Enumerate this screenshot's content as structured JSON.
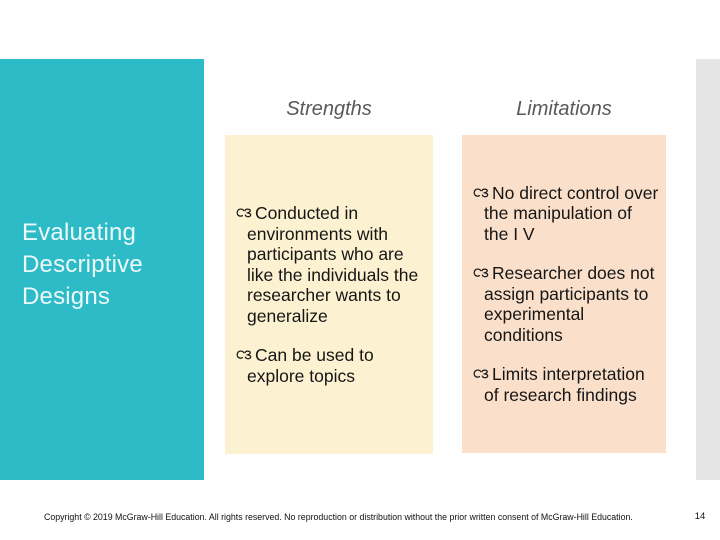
{
  "slide": {
    "title": "Evaluating Descriptive Designs",
    "columns": [
      {
        "header": "Strengths",
        "bullets": [
          "Conducted in environments with participants who are like the individuals the researcher wants to generalize",
          "Can be used to explore topics"
        ]
      },
      {
        "header": "Limitations",
        "bullets": [
          "No direct control over the manipulation of the I V",
          "Researcher does not assign participants to experimental conditions",
          "Limits interpretation of research findings"
        ]
      }
    ],
    "footer": {
      "copyright": "Copyright © 2019 McGraw-Hill Education. All rights reserved. No reproduction or distribution without the prior written consent of McGraw-Hill Education.",
      "page_number": "14"
    },
    "icons": {
      "bullet": "swash-ornament-bullet-icon"
    },
    "colors": {
      "accent_teal": "#2DBCC7",
      "strengths_bg": "#FCF1D0",
      "limitations_bg": "#FAE0CA",
      "header_text": "#595959",
      "title_text": "#ECF8F9",
      "body_text": "#161616",
      "right_strip": "#E5E5E5"
    }
  }
}
